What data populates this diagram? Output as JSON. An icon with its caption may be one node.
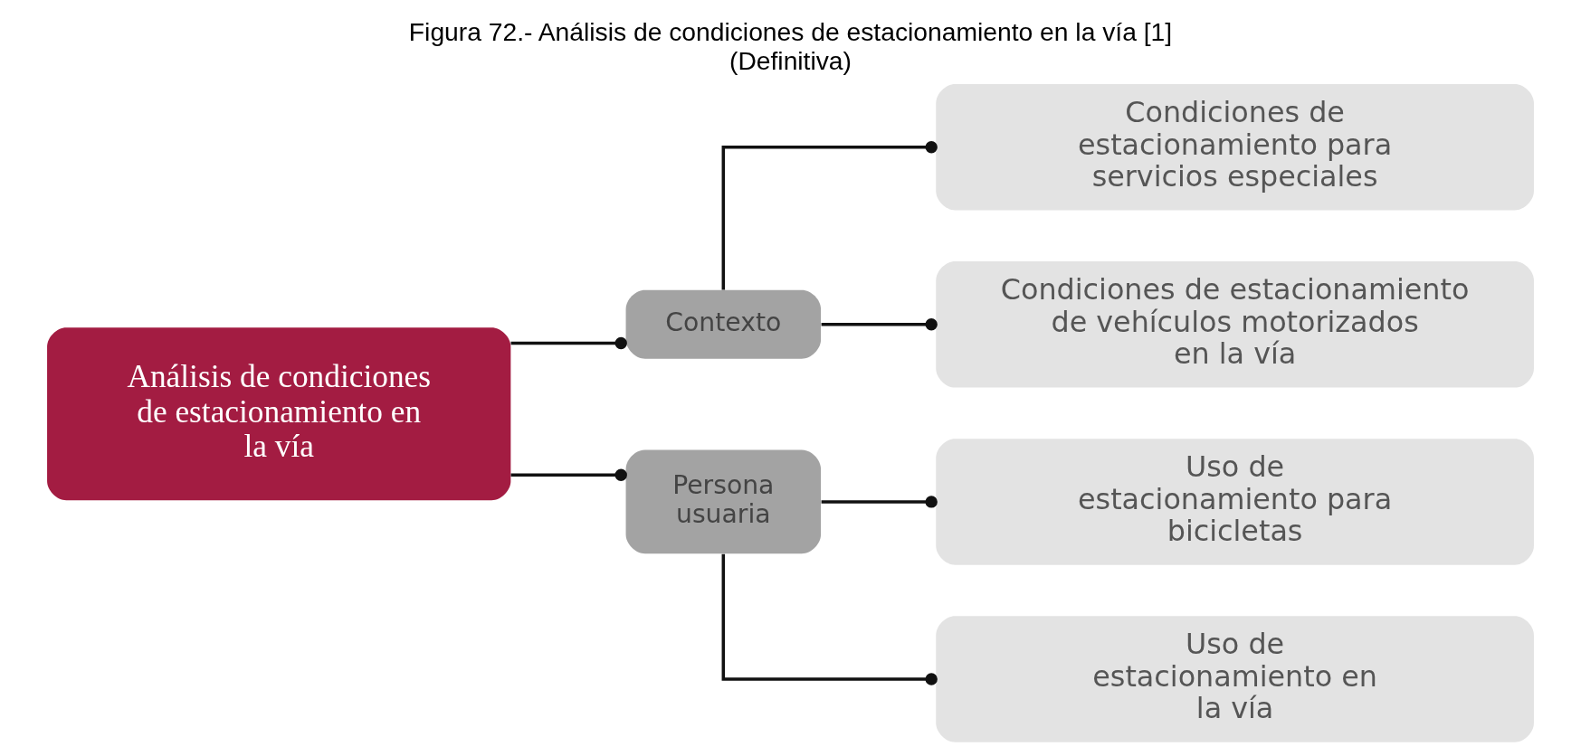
{
  "diagram": {
    "title": "Figura 72.- Análisis de condiciones de estacionamiento en la vía [1]",
    "caption": "(Definitiva)",
    "nodes": [
      {
        "text": [
          "Análisis de condiciones de estacionamiento en la vía"
        ]
      },
      {
        "text": [
          "Contexto"
        ]
      },
      {
        "text": [
          "Persona usuaria"
        ]
      },
      {
        "text": [
          "Condiciones de estacionamiento para servicios especiales"
        ]
      },
      {
        "text": [
          "Condiciones de estacionamiento de vehículos motorizados en la vía"
        ]
      },
      {
        "text": [
          "Uso de estacionamiento para bicicletas"
        ]
      },
      {
        "text": [
          "Uso de estacionamiento en la vía"
        ]
      }
    ],
    "edges": [
      {
        "from": 0,
        "to": 1,
        "arrow": "other"
      },
      {
        "from": 0,
        "to": 2,
        "arrow": "other"
      },
      {
        "from": 1,
        "to": 3,
        "arrow": "other"
      },
      {
        "from": 1,
        "to": 4,
        "arrow": "other"
      },
      {
        "from": 2,
        "to": 5,
        "arrow": "other"
      },
      {
        "from": 2,
        "to": 6,
        "arrow": "other"
      }
    ]
  }
}
